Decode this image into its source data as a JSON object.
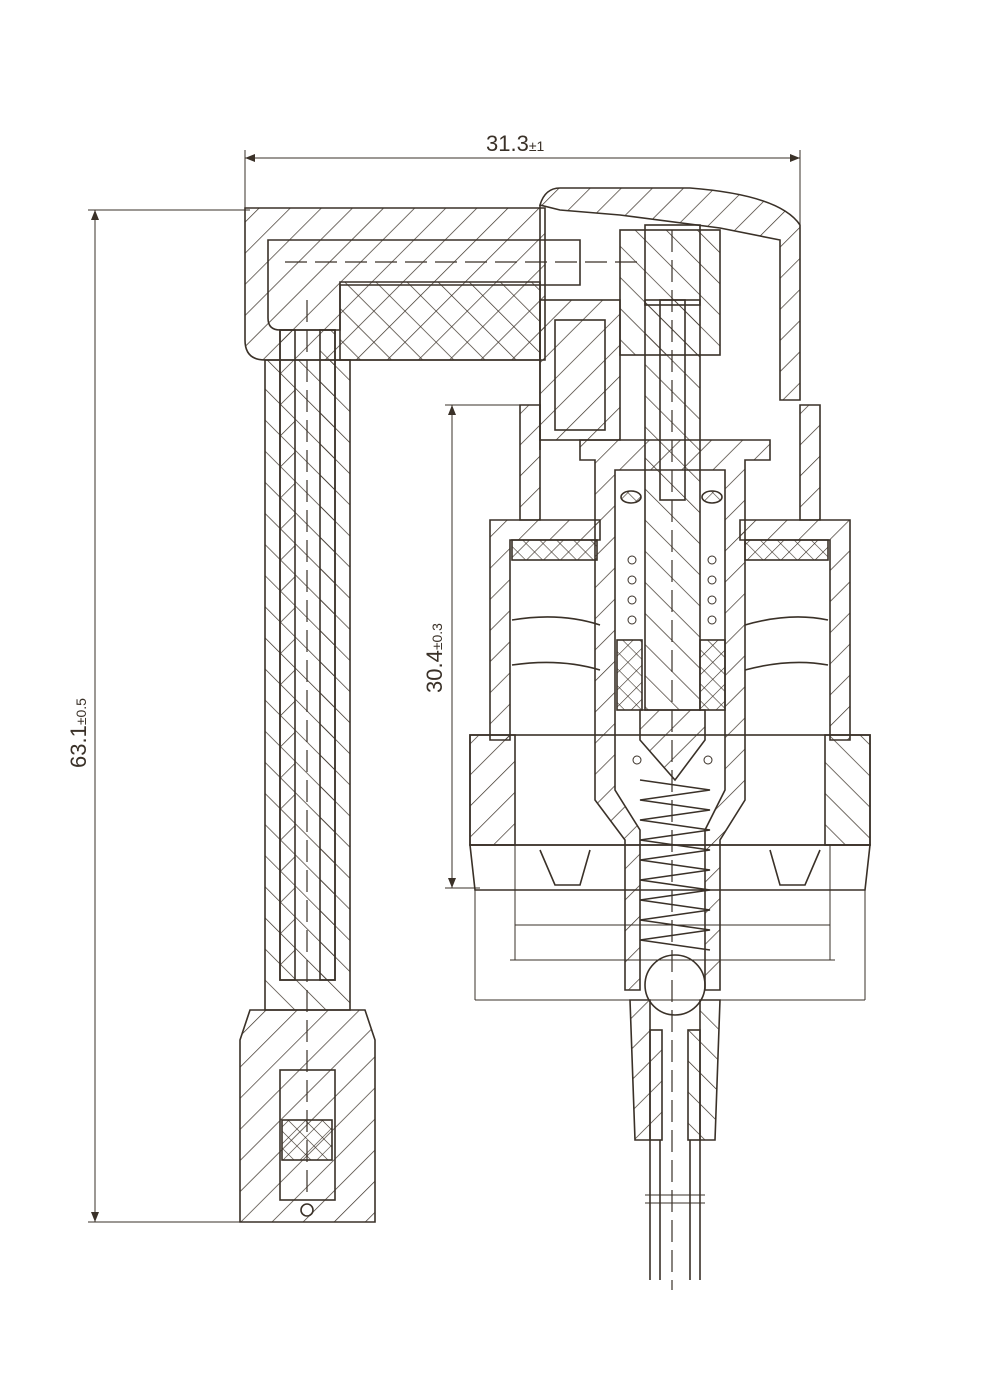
{
  "dimensions": {
    "width": {
      "value": "31.3",
      "tolerance": "±1"
    },
    "height": {
      "value": "63.1",
      "tolerance": "±0.5"
    },
    "body_height": {
      "value": "30.4",
      "tolerance": "±0.3"
    }
  },
  "colors": {
    "line": "#3a3128",
    "background": "#ffffff"
  }
}
